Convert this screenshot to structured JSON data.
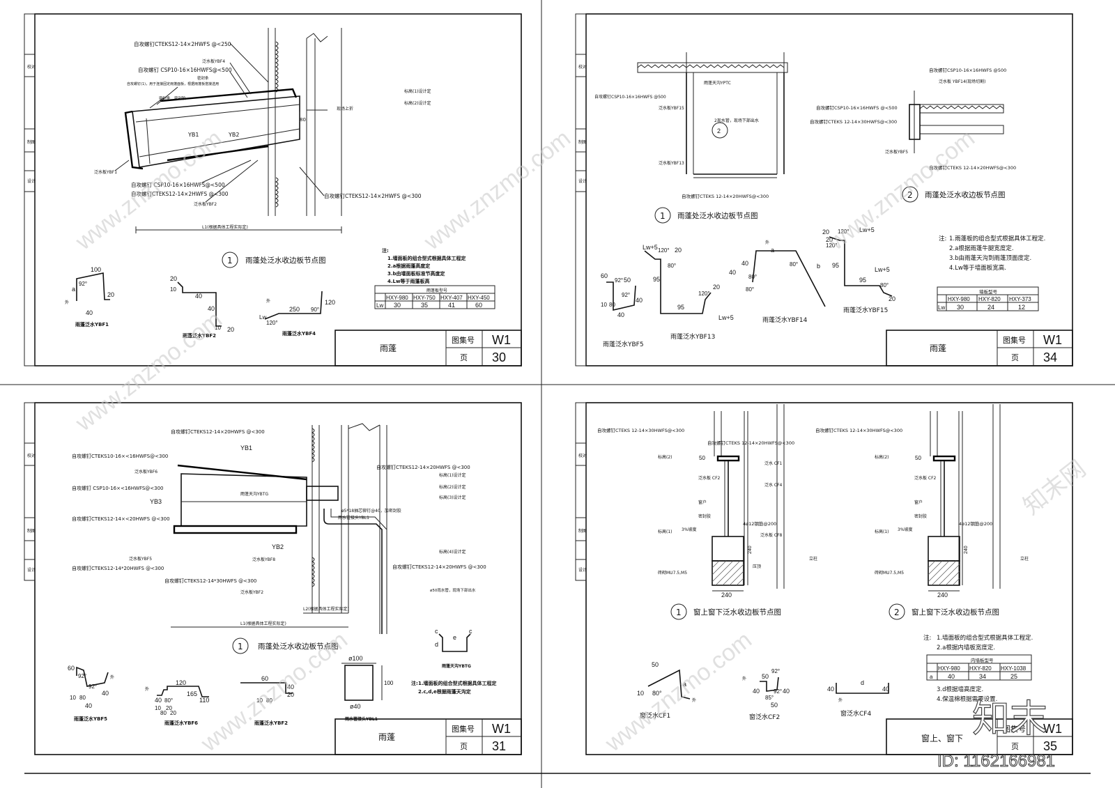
{
  "sheets": [
    {
      "title": "雨蓬",
      "label_atlas": "图集号",
      "atlas_no": "W1",
      "label_page": "页",
      "page_no": "30",
      "detail_no": "1",
      "detail_title": "雨蓬处泛水收边板节点图",
      "callouts": [
        "自攻螺钉CTEKS12-14×2HWFS @<250",
        "泛水板YBF4",
        "自攻螺钉 CSP10-16×16HWFS@<500",
        "密封条",
        "自攻螺钉(1)，用于连接固定雨蓬面板，根据雨蓬板搭接选用",
        "密封条、密封胶",
        "标高(1)设计定",
        "标高(2)设计定",
        "现场上折",
        "YB1",
        "YB2",
        "泛水板YBF1",
        "自攻螺钉 CSP10-16×16HWFS@<500",
        "自攻螺钉CTEKS12-14×2HWFS @<300",
        "泛水板YBF2",
        "自攻螺钉CTEKS12-14×2HWFS @<300",
        "L1(根据具体工程实际定)",
        "80"
      ],
      "notes_title": "注:",
      "notes": [
        "1.墙面板的组合型式根据具体工程定",
        "2.a根据雨蓬高度定",
        "3.b由墙面板标准节高度定",
        "4.Lw等于雨蓬板高"
      ],
      "table_header": "雨蓬板型号",
      "table_cols": [
        "HXY-980",
        "HXY-750",
        "HXY-407",
        "HXY-450"
      ],
      "table_row_label": "Lw",
      "table_vals": [
        "30",
        "35",
        "41",
        "60"
      ],
      "profiles": [
        {
          "name": "雨蓬泛水YBF1",
          "dims": [
            "100",
            "a",
            "92°",
            "20",
            "40",
            "外"
          ]
        },
        {
          "name": "雨蓬泛水YBF2",
          "dims": [
            "20",
            "10",
            "40",
            "40",
            "10",
            "20"
          ]
        },
        {
          "name": "雨蓬泛水YBF4",
          "dims": [
            "外",
            "Lw",
            "250",
            "90°",
            "120",
            "120°"
          ]
        }
      ]
    },
    {
      "title": "雨蓬",
      "label_atlas": "图集号",
      "atlas_no": "W1",
      "label_page": "页",
      "page_no": "34",
      "detail1_no": "1",
      "detail1_title": "雨蓬处泛水收边板节点图",
      "detail2_no": "2",
      "detail2_title": "雨蓬处泛水收边板节点图",
      "callouts1": [
        "自攻螺钉CSP10-16×16HWFS @500",
        "泛水板YBF15",
        "雨蓬天沟YPTC",
        "2现水管，现场下部出水",
        "泛水板YBF13",
        "自攻螺钉CTEKS 12-14×20HWFS@<300"
      ],
      "callouts2": [
        "自攻螺钉CSP10-16×16HWFS @500",
        "泛水板 YBF14(现场切割)",
        "自攻螺钉CSP10-16×16HWFS @<500",
        "自攻螺钉CTEKS 12-14×30HWFS@<300",
        "泛水板YBF5",
        "自攻螺钉CTEKS 12-14×20HWFS@<300"
      ],
      "notes_title": "注:",
      "notes": [
        "1.雨蓬板的组合型式根据具体工程定.",
        "2.a根据雨蓬牛腿宽度定.",
        "3.b由雨蓬天沟到雨蓬顶面度定.",
        "4.Lw等于墙面板宽高."
      ],
      "table_header": "墙板型号",
      "table_cols": [
        "HXY-980",
        "HXY-820",
        "HXY-373"
      ],
      "table_row_label": "Lw",
      "table_vals": [
        "30",
        "24",
        "12"
      ],
      "profiles": [
        {
          "name": "雨蓬泛水YBF5",
          "dims": [
            "60",
            "92°",
            "50",
            "92°",
            "40",
            "10",
            "80",
            "40"
          ]
        },
        {
          "name": "雨蓬泛水YBF13",
          "dims": [
            "Lw+5",
            "120°",
            "20",
            "80°",
            "95",
            "95",
            "120°",
            "20",
            "Lw+5"
          ]
        },
        {
          "name": "雨蓬泛水YBF14",
          "dims": [
            "外",
            "a",
            "80°",
            "b",
            "40",
            "80°",
            "80°",
            "40"
          ]
        },
        {
          "name": "雨蓬泛水YBF15",
          "dims": [
            "20",
            "120°",
            "Lw+5",
            "120°",
            "20",
            "95",
            "95",
            "Lw+5",
            "80°",
            "20"
          ]
        }
      ]
    },
    {
      "title": "雨蓬",
      "label_atlas": "图集号",
      "atlas_no": "W1",
      "label_page": "页",
      "page_no": "31",
      "detail_no": "1",
      "detail_title": "雨蓬处泛水收边板节点图",
      "callouts": [
        "自攻螺钉CTEKS12-14×20HWFS @<300",
        "YB1",
        "自攻螺钉CTEKS10-16×<16HWFS@<300",
        "泛水板YBF6",
        "自攻螺钉 CSP10-16×<16HWFS@<300",
        "雨蓬天沟YBTG",
        "YB3",
        "自攻螺钉CTEKS12-14×<20HWFS @<300",
        "泛水板YBF5",
        "自攻螺钉CTEKS12-14*20HWFS @<300",
        "YB2",
        "泛水板YBF8",
        "自攻螺钉CTEKS12-14*30HWFS @<300",
        "泛水板YBF2",
        "自攻螺钉CTEKS12-14×20HWFS @<300",
        "标高(1)设计定",
        "标高(2)设计定",
        "标高(3)设计定",
        "ø5*18抽芯铆钉@40，加密封胶",
        "雨水管接头YBL1",
        "标高(4)设计定",
        "自攻螺钉CTEKS12-14×20HWFS @<300",
        "ø50雨水管，现场下部出水",
        "L1(根据具体工程实际定)",
        "L2(根据具体工程实际定)"
      ],
      "notes_title": "注:",
      "notes": [
        "1.墙面板的组合型式根据具体工程定",
        "2.c,d,e根据雨蓬天沟定"
      ],
      "profiles": [
        {
          "name": "雨蓬泛水YBF5",
          "dims": [
            "60",
            "92°",
            "外",
            "92°",
            "40",
            "10",
            "80",
            "40"
          ]
        },
        {
          "name": "雨蓬泛水YBF6",
          "dims": [
            "120",
            "外",
            "165",
            "110",
            "40",
            "80°",
            "20",
            "10",
            "80",
            "20"
          ]
        },
        {
          "name": "雨蓬泛水YBF2",
          "dims": [
            "60",
            "10",
            "80",
            "20",
            "40"
          ]
        },
        {
          "name": "雨蓬天沟YBTG",
          "dims": [
            "c",
            "c",
            "d",
            "e"
          ]
        },
        {
          "name": "雨水管接头YBL1",
          "dims": [
            "ø100",
            "100",
            "ø40"
          ]
        }
      ]
    },
    {
      "title": "窗上、窗下",
      "label_atlas": "图集号",
      "atlas_no": "W1",
      "label_page": "页",
      "page_no": "35",
      "detail1_no": "1",
      "detail1_title": "窗上窗下泛水收边板节点图",
      "detail2_no": "2",
      "detail2_title": "窗上窗下泛水收边板节点图",
      "callouts1": [
        "自攻螺钉CTEKS 12-14×30HWFS@<300",
        "自攻螺钉CTEKS 12-14×20HWFS@<300",
        "标高(2)",
        "50",
        "泛水 CF1",
        "泛水板 CF2",
        "泛水 CF4",
        "窗户",
        "密封胶",
        "3%坡度",
        "标高(1)",
        "4ø12钢筋@200",
        "泛水板 CF8",
        "240",
        "砖砌MU7.5,M5",
        "240",
        "压顶",
        "立柱"
      ],
      "callouts2": [
        "自攻螺钉CTEKS 12-14×30HWFS@<300",
        "标高(2)",
        "50",
        "泛水板 CF2",
        "窗户",
        "密封胶",
        "3%坡度",
        "标高(1)",
        "4ø12钢筋@200",
        "240",
        "砖砌MU7.5,M5",
        "240",
        "立柱"
      ],
      "notes_title": "注:",
      "notes": [
        "1.墙面板的组合型式根据具体工程定.",
        "2.a根据内墙板宽度定.",
        "3.d根据墙高度定.",
        "4.保温棉根据需要设置."
      ],
      "table_header": "内墙板型号",
      "table_cols": [
        "HXY-980",
        "HXY-820",
        "HXY-1038"
      ],
      "table_row_label": "a",
      "table_vals": [
        "40",
        "34",
        "25"
      ],
      "profiles": [
        {
          "name": "窗泛水CF1",
          "dims": [
            "50",
            "a",
            "10",
            "80°",
            "外"
          ]
        },
        {
          "name": "窗泛水CF2",
          "dims": [
            "50",
            "92°",
            "外",
            "40",
            "85°",
            "92°",
            "40",
            "50"
          ]
        },
        {
          "name": "窗泛水CF4",
          "dims": [
            "40",
            "d",
            "40",
            "外"
          ]
        }
      ]
    }
  ],
  "side_labels": [
    "校对",
    "制图",
    "设计"
  ],
  "watermark_text": "www.znzmo.com",
  "watermark_brand": "知末网",
  "logo_text": "知末",
  "id_text": "ID: 1162166981"
}
